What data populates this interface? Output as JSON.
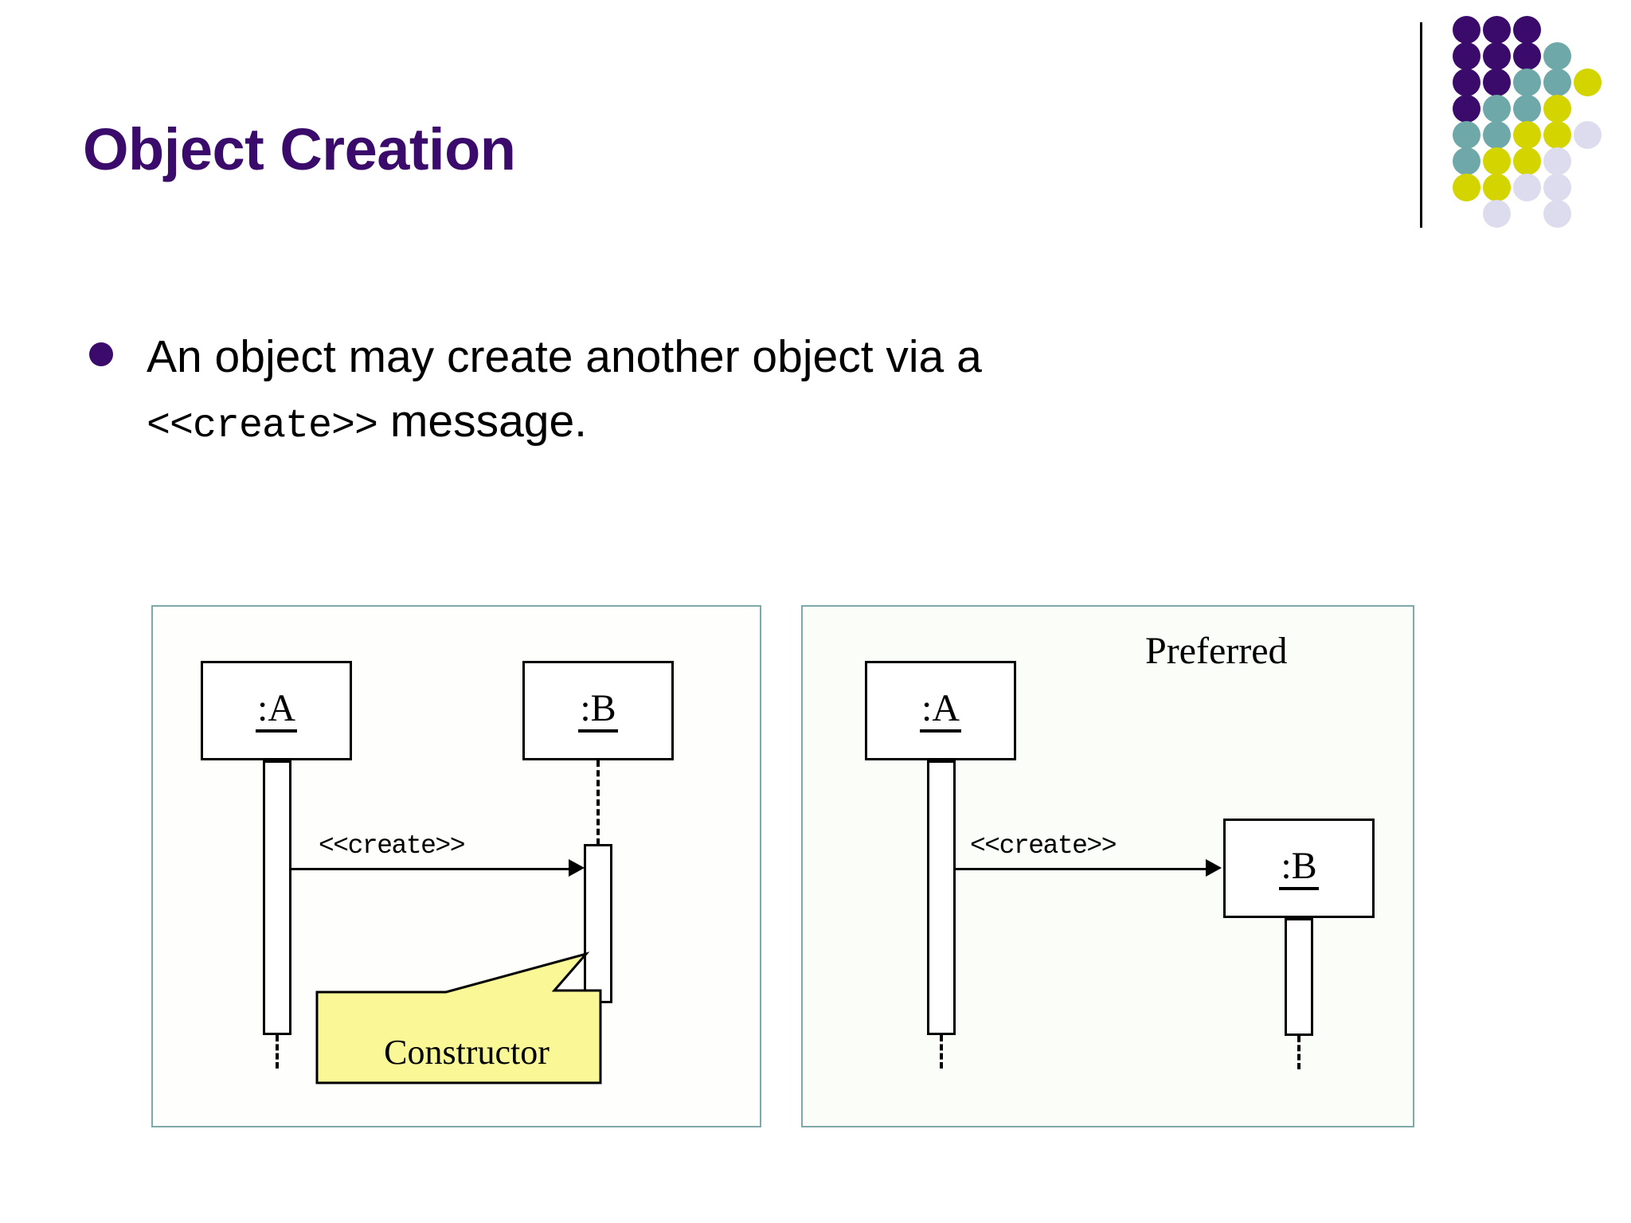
{
  "slide": {
    "title": "Object Creation",
    "bullet": {
      "line1": "An object may create another object via a",
      "line2_code": "<<create>>",
      "line2_rest": " message."
    }
  },
  "decor": {
    "colors": {
      "purple": "#3A0B6B",
      "teal": "#6FA8A8",
      "yellow": "#D4D400",
      "lavender": "#DCDCEE"
    },
    "dot_grid": [
      [
        "purple",
        "purple",
        "purple"
      ],
      [
        "purple",
        "purple",
        "purple",
        "teal"
      ],
      [
        "purple",
        "purple",
        "teal",
        "teal",
        "yellow"
      ],
      [
        "purple",
        "teal",
        "teal",
        "yellow"
      ],
      [
        "teal",
        "teal",
        "yellow",
        "yellow",
        "lavender"
      ],
      [
        "teal",
        "yellow",
        "yellow",
        "lavender"
      ],
      [
        "yellow",
        "yellow",
        "lavender",
        "lavender"
      ],
      [
        "none",
        "lavender",
        "none",
        "lavender"
      ]
    ]
  },
  "diagram_left": {
    "object_a": ":A",
    "object_b": ":B",
    "message": "<<create>>",
    "note": "Constructor"
  },
  "diagram_right": {
    "caption": "Preferred",
    "object_a": ":A",
    "object_b": ":B",
    "message": "<<create>>"
  }
}
